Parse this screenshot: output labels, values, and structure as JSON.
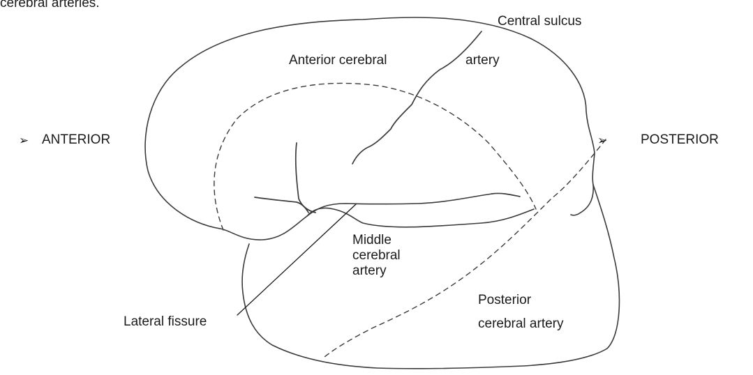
{
  "caption_fragment": "cerebral arteries.",
  "labels": {
    "central_sulcus": "Central sulcus",
    "anterior_cerebral": "Anterior cerebral",
    "artery": "artery",
    "anterior_direction": "ANTERIOR",
    "posterior_direction": "POSTERIOR",
    "middle_cerebral_artery": [
      "Middle",
      "cerebral",
      "artery"
    ],
    "lateral_fissure": "Lateral fissure",
    "posterior_cerebral_artery": [
      "Posterior",
      "cerebral artery"
    ]
  },
  "bullet_symbol": "➢",
  "colors": {
    "line": "#3a3a3a",
    "text": "#1a1a1a",
    "background": "#ffffff"
  }
}
